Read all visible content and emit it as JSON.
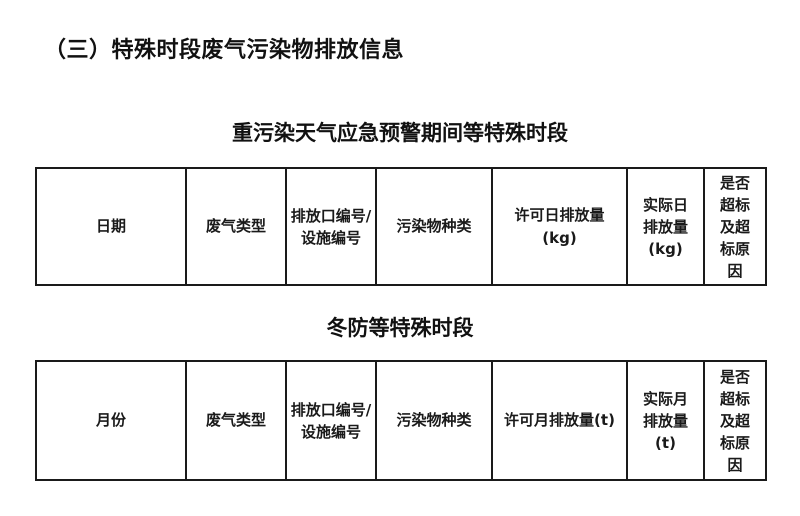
{
  "section": {
    "heading": "（三）特殊时段废气污染物排放信息"
  },
  "tables": [
    {
      "caption": "重污染天气应急预警期间等特殊时段",
      "columns": [
        {
          "label": "日期"
        },
        {
          "label": "废气类型"
        },
        {
          "label": "排放口编号/设施编号"
        },
        {
          "label": "污染物种类"
        },
        {
          "label": "许可日排放量(kg)"
        },
        {
          "label": "实际日排放量(kg)"
        },
        {
          "label": "是否超标及超标原因"
        }
      ],
      "rows": []
    },
    {
      "caption": "冬防等特殊时段",
      "columns": [
        {
          "label": "月份"
        },
        {
          "label": "废气类型"
        },
        {
          "label": "排放口编号/设施编号"
        },
        {
          "label": "污染物种类"
        },
        {
          "label": "许可月排放量(t)"
        },
        {
          "label": "实际月排放量(t)"
        },
        {
          "label": "是否超标及超标原因"
        }
      ],
      "rows": []
    }
  ],
  "colors": {
    "text": "#111111",
    "border": "#1a1a1a",
    "background": "#ffffff"
  }
}
